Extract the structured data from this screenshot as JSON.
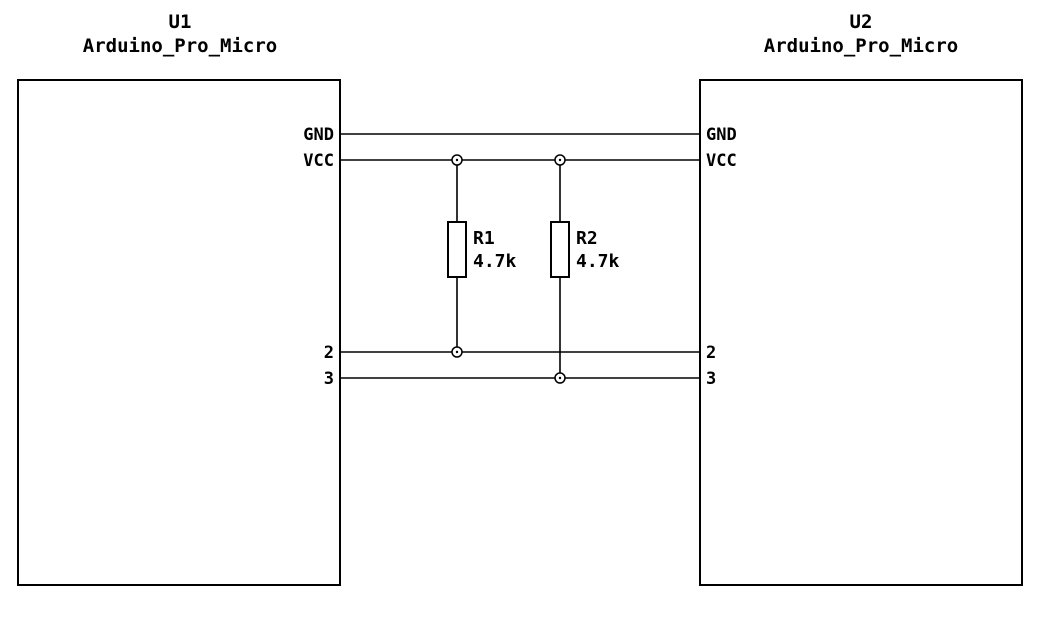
{
  "schematic": {
    "u1": {
      "ref": "U1",
      "name": "Arduino_Pro_Micro",
      "pin_gnd": "GND",
      "pin_vcc": "VCC",
      "pin_2": "2",
      "pin_3": "3"
    },
    "u2": {
      "ref": "U2",
      "name": "Arduino_Pro_Micro",
      "pin_gnd": "GND",
      "pin_vcc": "VCC",
      "pin_2": "2",
      "pin_3": "3"
    },
    "r1": {
      "ref": "R1",
      "value": "4.7k"
    },
    "r2": {
      "ref": "R2",
      "value": "4.7k"
    },
    "colors": {
      "stroke": "#000000",
      "background": "#ffffff"
    }
  }
}
